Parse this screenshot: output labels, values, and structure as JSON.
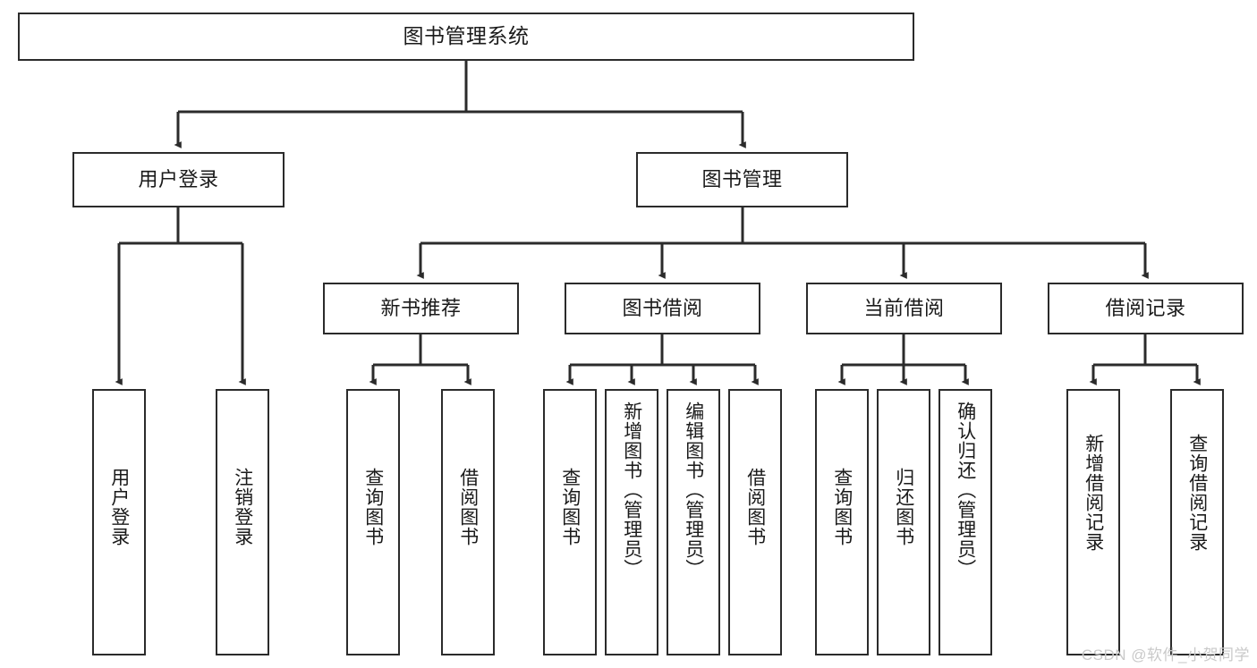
{
  "diagram": {
    "title": "图书管理系统",
    "type": "tree-hierarchy",
    "watermark": "CSDN @软件_小贺同学",
    "colors": {
      "box_border": "#2b2b2b",
      "box_fill": "#ffffff",
      "edge": "#2b2b2b",
      "text": "#1a1a1a",
      "watermark": "#c9c9c9",
      "background": "#ffffff"
    },
    "root": {
      "label": "图书管理系统"
    },
    "level2": [
      {
        "label": "用户登录"
      },
      {
        "label": "图书管理"
      }
    ],
    "level3": [
      {
        "label": "新书推荐"
      },
      {
        "label": "图书借阅"
      },
      {
        "label": "当前借阅"
      },
      {
        "label": "借阅记录"
      }
    ],
    "leaves": {
      "user_login": [
        {
          "label": "用户登录"
        },
        {
          "label": "注销登录"
        }
      ],
      "new_book_recommend": [
        {
          "label": "查询图书"
        },
        {
          "label": "借阅图书"
        }
      ],
      "book_borrow": [
        {
          "label": "查询图书"
        },
        {
          "label": "新增图书（管理员）"
        },
        {
          "label": "编辑图书（管理员）"
        },
        {
          "label": "借阅图书"
        }
      ],
      "current_borrow": [
        {
          "label": "查询图书"
        },
        {
          "label": "归还图书"
        },
        {
          "label": "确认归还（管理员）"
        }
      ],
      "borrow_record": [
        {
          "label": "新增借阅记录"
        },
        {
          "label": "查询借阅记录"
        }
      ]
    }
  }
}
